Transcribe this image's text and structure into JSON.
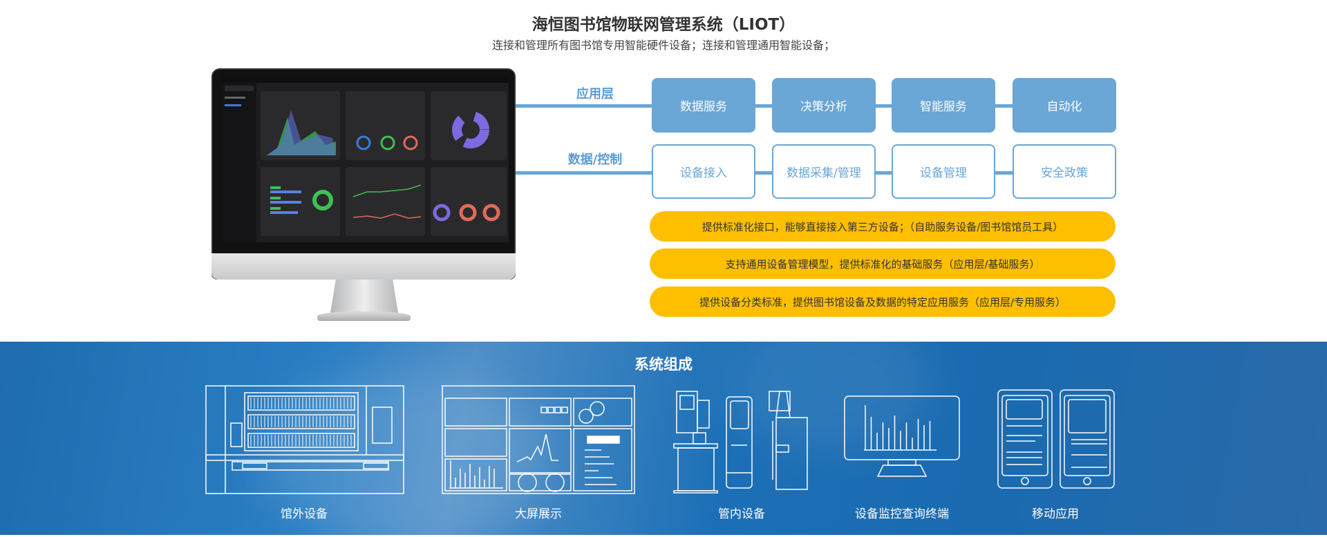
{
  "header": {
    "title": "海恒图书馆物联网管理系统（LIOT）",
    "subtitle": "连接和管理所有图书馆专用智能硬件设备；连接和管理通用智能设备；"
  },
  "architecture": {
    "app_layer": {
      "label": "应用层",
      "items": [
        "数据服务",
        "决策分析",
        "智能服务",
        "自动化"
      ]
    },
    "data_layer": {
      "label": "数据/控制",
      "items": [
        "设备接入",
        "数据采集/管理",
        "设备管理",
        "安全政策"
      ]
    },
    "features": [
      "提供标准化接口，能够直接接入第三方设备；（自助服务设备/图书馆馆员工具）",
      "支持通用设备管理模型，提供标准化的基础服务（应用层/基础服务）",
      "提供设备分类标准，提供图书馆设备及数据的特定应用服务（应用层/专用服务）"
    ]
  },
  "composition": {
    "title": "系统组成",
    "items": [
      "馆外设备",
      "大屏展示",
      "管内设备",
      "设备监控查询终端",
      "移动应用"
    ]
  },
  "colors": {
    "accent": "#6aa6d6",
    "highlight": "#fdbf00",
    "section_bg": "#1c6fb6"
  }
}
